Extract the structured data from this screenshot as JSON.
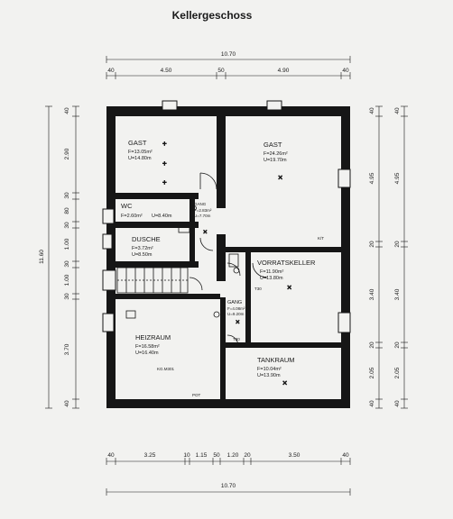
{
  "title": "Kellergeschoss",
  "dimensions": {
    "top_total": "10.70",
    "top_segments": [
      "40",
      "4.50",
      "50",
      "4.90",
      "40"
    ],
    "bottom_segments": [
      "40",
      "3.25",
      "10",
      "1.15",
      "50",
      "1.20",
      "20",
      "3.50",
      "40"
    ],
    "bottom_total": "10.70",
    "left_segments": [
      "40",
      "2.90",
      "30",
      "80",
      "30",
      "1.00",
      "30",
      "1.00",
      "30",
      "3.70",
      "40"
    ],
    "left_total": "11.60",
    "right_inner_segments": [
      "40",
      "4.95",
      "20",
      "3.40",
      "20",
      "2.05",
      "40"
    ],
    "right_outer_segments": [
      "40",
      "4.95",
      "20",
      "3.40",
      "20",
      "2.05",
      "40"
    ]
  },
  "rooms": {
    "gast_left": {
      "name": "GAST",
      "area": "F=13.05m²",
      "volume": "U=14.80m"
    },
    "gast_right": {
      "name": "GAST",
      "area": "F=24.26m²",
      "volume": "U=19.70m"
    },
    "wc": {
      "name": "WC",
      "area": "F=2.60m²",
      "volume": "U=8.40m"
    },
    "gang_top": {
      "name": "GANG",
      "area": "F=2.83m²",
      "volume": "U=7.70m"
    },
    "dusche": {
      "name": "DUSCHE",
      "area": "F=3.72m²",
      "volume": "U=8.50m"
    },
    "vorratskeller": {
      "name": "VORRATSKELLER",
      "area": "F=11.90m²",
      "volume": "U=13.80m"
    },
    "gang_mid": {
      "name": "GANG",
      "area": "F=4.08m²",
      "volume": "U=9.20m"
    },
    "heizraum": {
      "name": "HEIZRAUM",
      "area": "F=16.58m²",
      "volume": "U=16.40m",
      "note": "KG.M301"
    },
    "tankraum": {
      "name": "TANKRAUM",
      "area": "F=10.04m²",
      "volume": "U=13.90m"
    }
  },
  "small_labels": {
    "t30_a": "T30",
    "t30_b": "T30",
    "pot": "POT",
    "kt": "K/T"
  }
}
